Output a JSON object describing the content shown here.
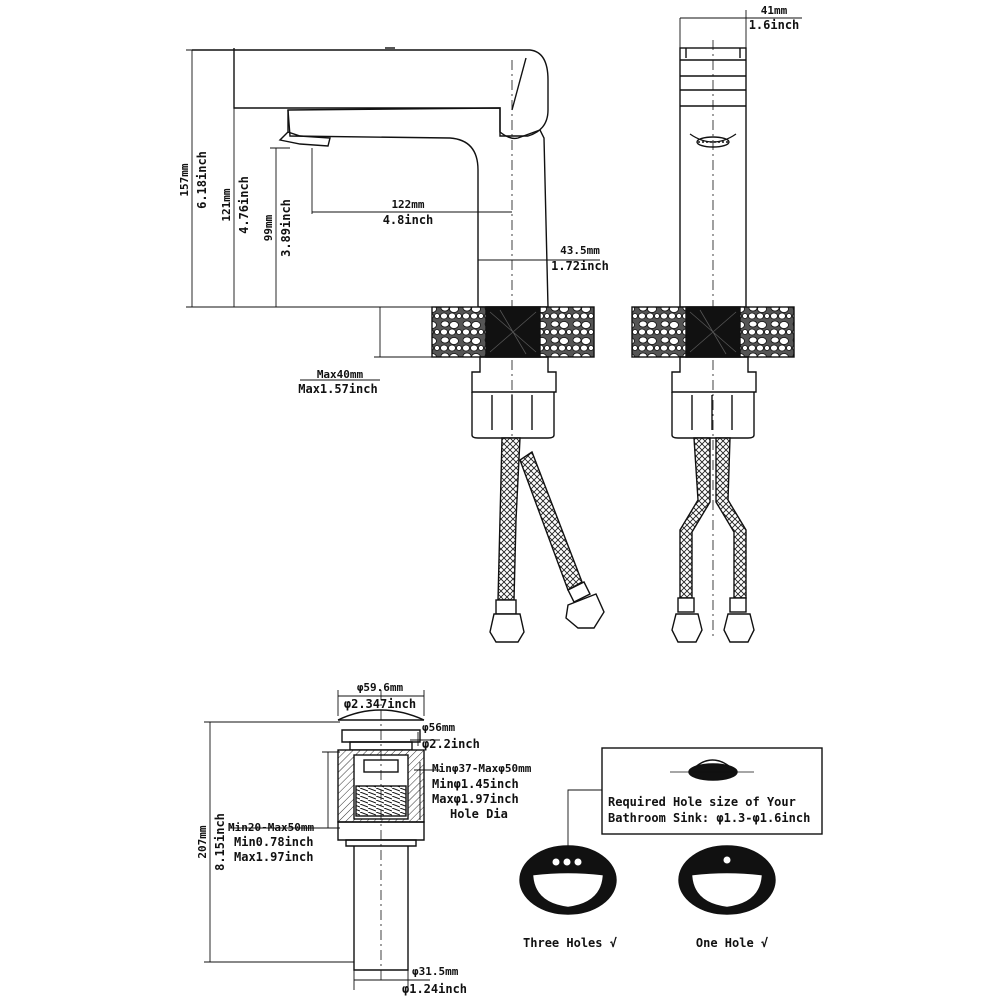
{
  "faucet_front": {
    "height_total_mm": "157mm",
    "height_total_in": "6.18inch",
    "height_spout_mm": "121mm",
    "height_spout_in": "4.76inch",
    "height_aerator_mm": "99mm",
    "height_aerator_in": "3.89inch",
    "reach_mm": "122mm",
    "reach_in": "4.8inch",
    "base_mm": "43.5mm",
    "base_in": "1.72inch",
    "deck_max_mm": "Max40mm",
    "deck_max_in": "Max1.57inch"
  },
  "faucet_side": {
    "width_mm": "41mm",
    "width_in": "1.6inch"
  },
  "drain": {
    "cap_dia_mm": "φ59.6mm",
    "cap_dia_in": "φ2.347inch",
    "flange_dia_mm": "φ56mm",
    "flange_dia_in": "φ2.2inch",
    "hole_range_mm": "Minφ37-Maxφ50mm",
    "hole_min_in": "Minφ1.45inch",
    "hole_max_in": "Maxφ1.97inch",
    "hole_label": "Hole Dia",
    "thickness_mm": "Min20-Max50mm",
    "thickness_min_in": "Min0.78inch",
    "thickness_max_in": "Max1.97inch",
    "height_mm": "207mm",
    "height_in": "8.15inch",
    "tail_dia_mm": "φ31.5mm",
    "tail_dia_in": "φ1.24inch"
  },
  "sink_info": {
    "required_line1": "Required Hole size of Your",
    "required_line2": "Bathroom Sink: φ1.3-φ1.6inch",
    "three_holes": "Three Holes √",
    "one_hole": "One Hole √"
  }
}
